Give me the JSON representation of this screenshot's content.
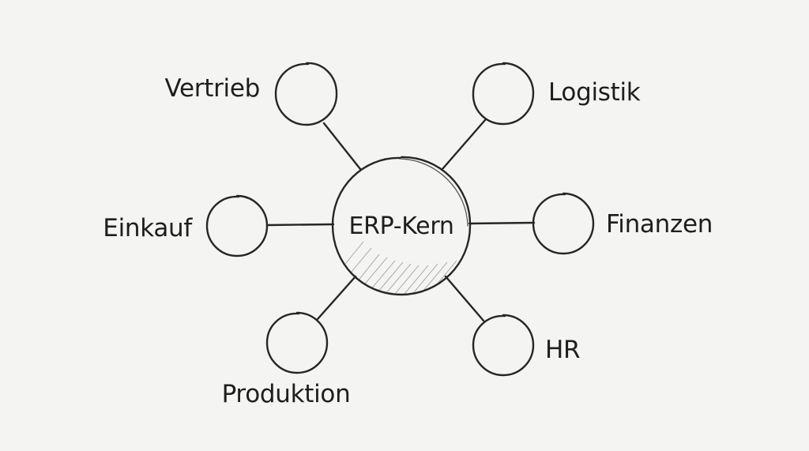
{
  "diagram": {
    "center": {
      "label": "ERP-Kern"
    },
    "modules": [
      {
        "id": "vertrieb",
        "label": "Vertrieb"
      },
      {
        "id": "logistik",
        "label": "Logistik"
      },
      {
        "id": "einkauf",
        "label": "Einkauf"
      },
      {
        "id": "finanzen",
        "label": "Finanzen"
      },
      {
        "id": "produktion",
        "label": "Produktion"
      },
      {
        "id": "hr",
        "label": "HR"
      }
    ],
    "colors": {
      "ink": "#262626",
      "paper": "#f4f4f2"
    }
  }
}
